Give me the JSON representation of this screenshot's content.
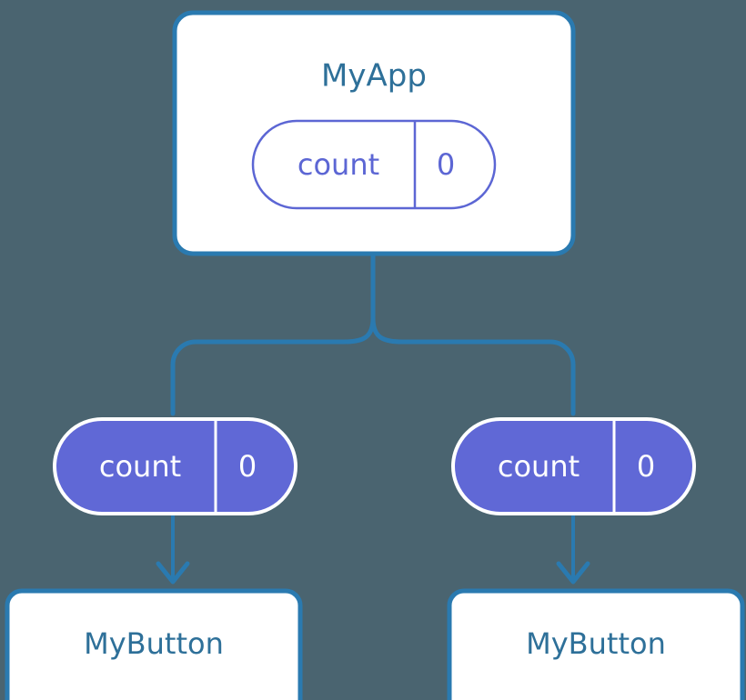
{
  "diagram": {
    "type": "component-tree",
    "background_color": "#4a6470",
    "accent_line_color": "#2a7ab0",
    "box_border_color": "#2a7ab0",
    "box_fill_color": "#ffffff",
    "pill_fill_color": "#6068d6",
    "pill_outline_color": "#5c66d4",
    "pill_text_filled_color": "#ffffff",
    "title_text_color": "#2e7099"
  },
  "root": {
    "title": "MyApp",
    "state_pill": {
      "key": "count",
      "value": "0"
    }
  },
  "children": [
    {
      "prop_pill": {
        "key": "count",
        "value": "0"
      },
      "component": {
        "title": "MyButton"
      }
    },
    {
      "prop_pill": {
        "key": "count",
        "value": "0"
      },
      "component": {
        "title": "MyButton"
      }
    }
  ]
}
